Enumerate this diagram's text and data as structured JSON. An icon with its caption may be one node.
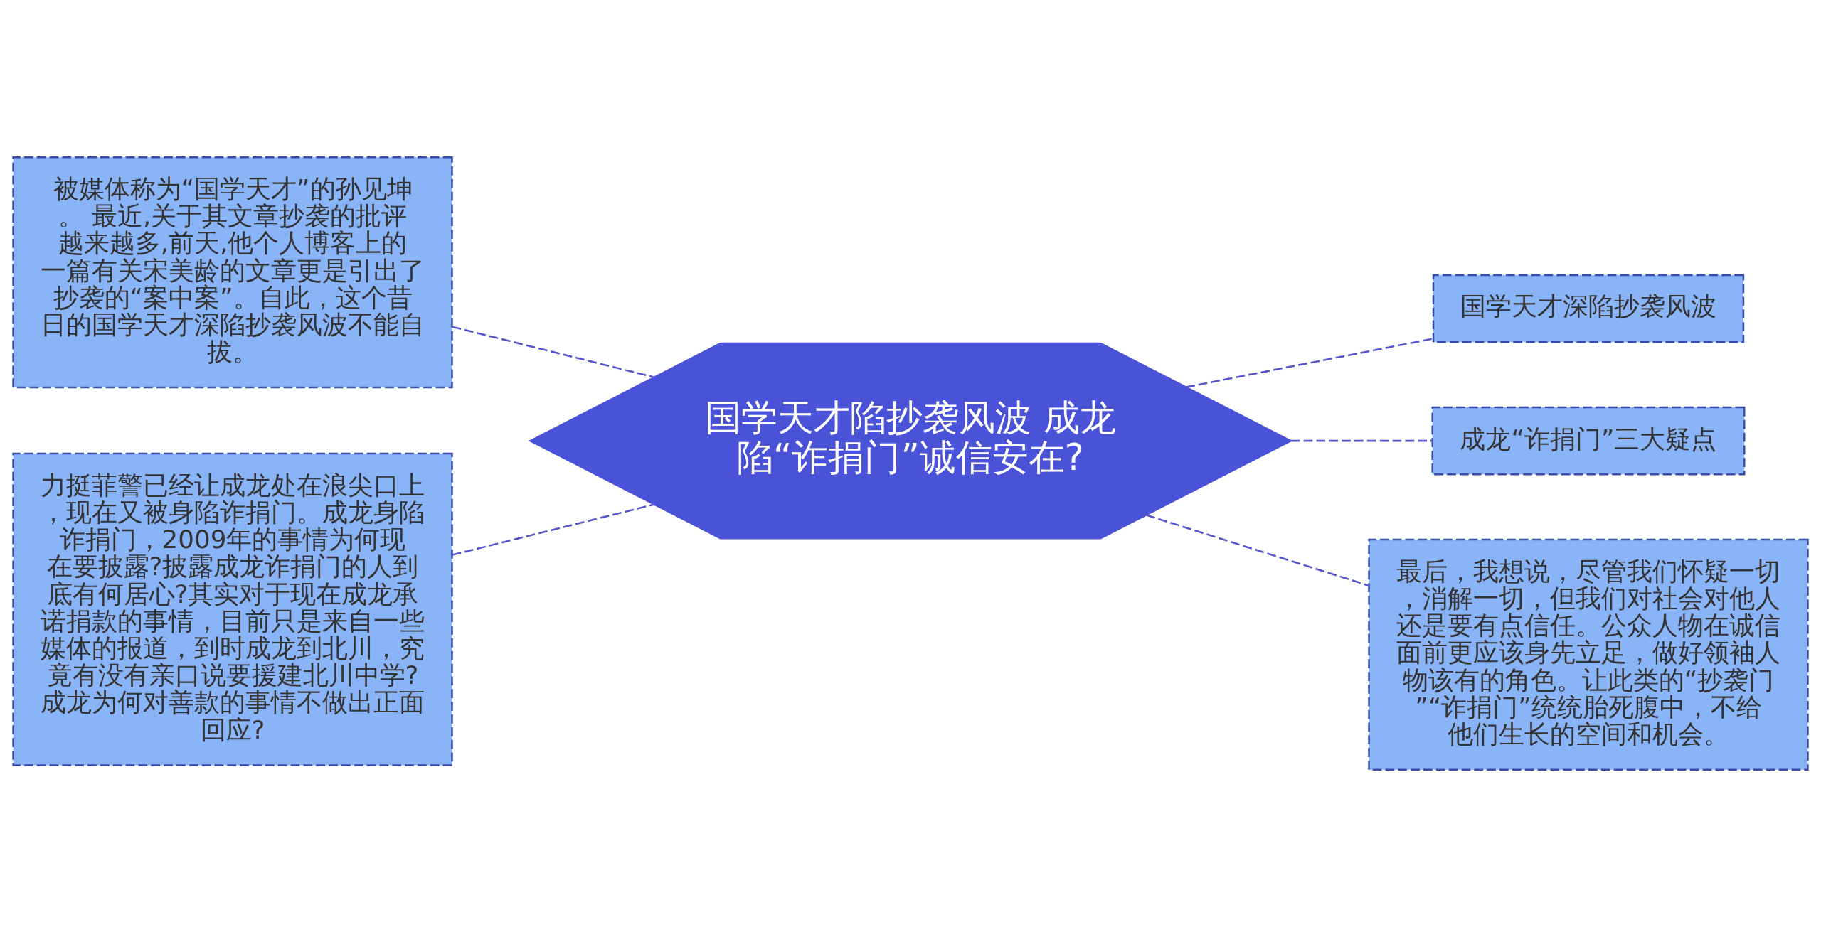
{
  "diagram": {
    "nodes": [
      {
        "text": [
          "国学天才陷抄袭风波 成龙陷“诈捐门”诚信安在?"
        ]
      },
      {
        "text": [
          "被媒体称为“国学天才”的孙见坤。 最近,关于其文章抄袭的批评越来越多,前天,他个人博客上的一篇有关宋美龄的文章更是引出了抄袭的“案中案”。自此，这个昔日的国学天才深陷抄袭风波不能自拔。"
        ]
      },
      {
        "text": [
          "力挺菲警已经让成龙处在浪尖口上，现在又被身陷诈捐门。成龙身陷诈捐门，2009年的事情为何现在要披露?披露成龙诈捐门的人到底有何居心?其实对于现在成龙承诺捐款的事情，目前只是来自一些媒体的报道，到时成龙到北川，究竟有没有亲口说要援建北川中学?成龙为何对善款的事情不做出正面回应?"
        ]
      },
      {
        "text": [
          "国学天才深陷抄袭风波"
        ]
      },
      {
        "text": [
          "成龙“诈捐门”三大疑点"
        ]
      },
      {
        "text": [
          "最后，我想说，尽管我们怀疑一切，消解一切，但我们对社会对他人还是要有点信任。公众人物在诚信面前更应该身先立足，做好领袖人物该有的角色。让此类的“抄袭门”“诈捐门”统统胎死腹中，不给他们生长的空间和机会。"
        ]
      }
    ],
    "edges": [
      {
        "from": 1,
        "to": 0,
        "arrow": "none",
        "style": "dashed"
      },
      {
        "from": 2,
        "to": 0,
        "arrow": "none",
        "style": "dashed"
      },
      {
        "from": 0,
        "to": 3,
        "arrow": "none",
        "style": "dashed"
      },
      {
        "from": 0,
        "to": 4,
        "arrow": "none",
        "style": "dashed"
      },
      {
        "from": 0,
        "to": 5,
        "arrow": "none",
        "style": "dashed"
      }
    ]
  }
}
